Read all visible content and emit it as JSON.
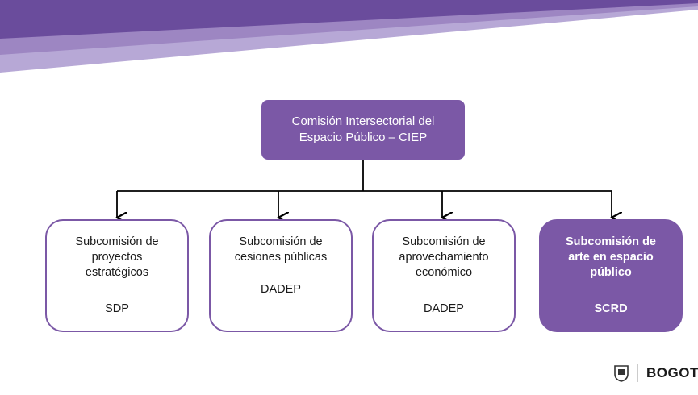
{
  "diagram": {
    "root": {
      "line1": "Comisión Intersectorial del",
      "line2": "Espacio Público – CIEP"
    },
    "subcommissions": [
      {
        "lines": [
          "Subcomisión de",
          "proyectos",
          "estratégicos"
        ],
        "code": "SDP"
      },
      {
        "lines": [
          "Subcomisión de",
          "cesiones públicas"
        ],
        "code": "DADEP"
      },
      {
        "lines": [
          "Subcomisión de",
          "aprovechamiento",
          "económico"
        ],
        "code": "DADEP"
      },
      {
        "lines": [
          "Subcomisión de",
          "arte en espacio",
          "público"
        ],
        "code": "SCRD"
      }
    ]
  },
  "footer": {
    "brand": "BOGOTA"
  },
  "colors": {
    "accent": "#7b58a6",
    "banner_dark": "#6a4c9c",
    "banner_light": "#9d86c2"
  }
}
